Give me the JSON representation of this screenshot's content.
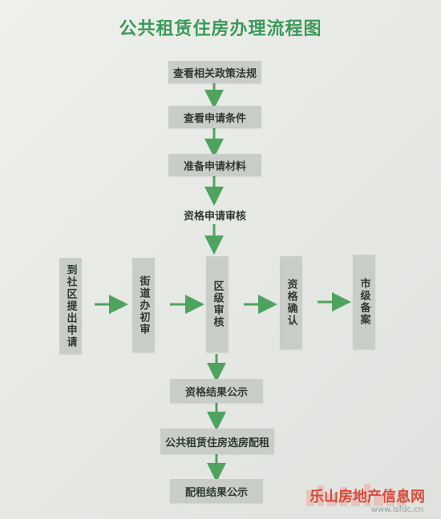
{
  "title": "公共租赁住房办理流程图",
  "steps": {
    "s1": "查看相关政策法规",
    "s2": "查看申请条件",
    "s3": "准备申请材料",
    "s4": "资格申请审核",
    "v1": "到社区提出申请",
    "v2": "街道办初审",
    "v3": "区级审核",
    "v4": "资格确认",
    "v5": "市级备案",
    "s5": "资格结果公示",
    "s6": "公共租赁住房选房配租",
    "s7": "配租结果公示"
  },
  "watermark": {
    "text": "乐山房地产信息网",
    "url": "www.lsfdc.cn"
  },
  "colors": {
    "accent": "#3a9a58",
    "box": "#c9cdc7",
    "arrow": "#4ea35f"
  }
}
